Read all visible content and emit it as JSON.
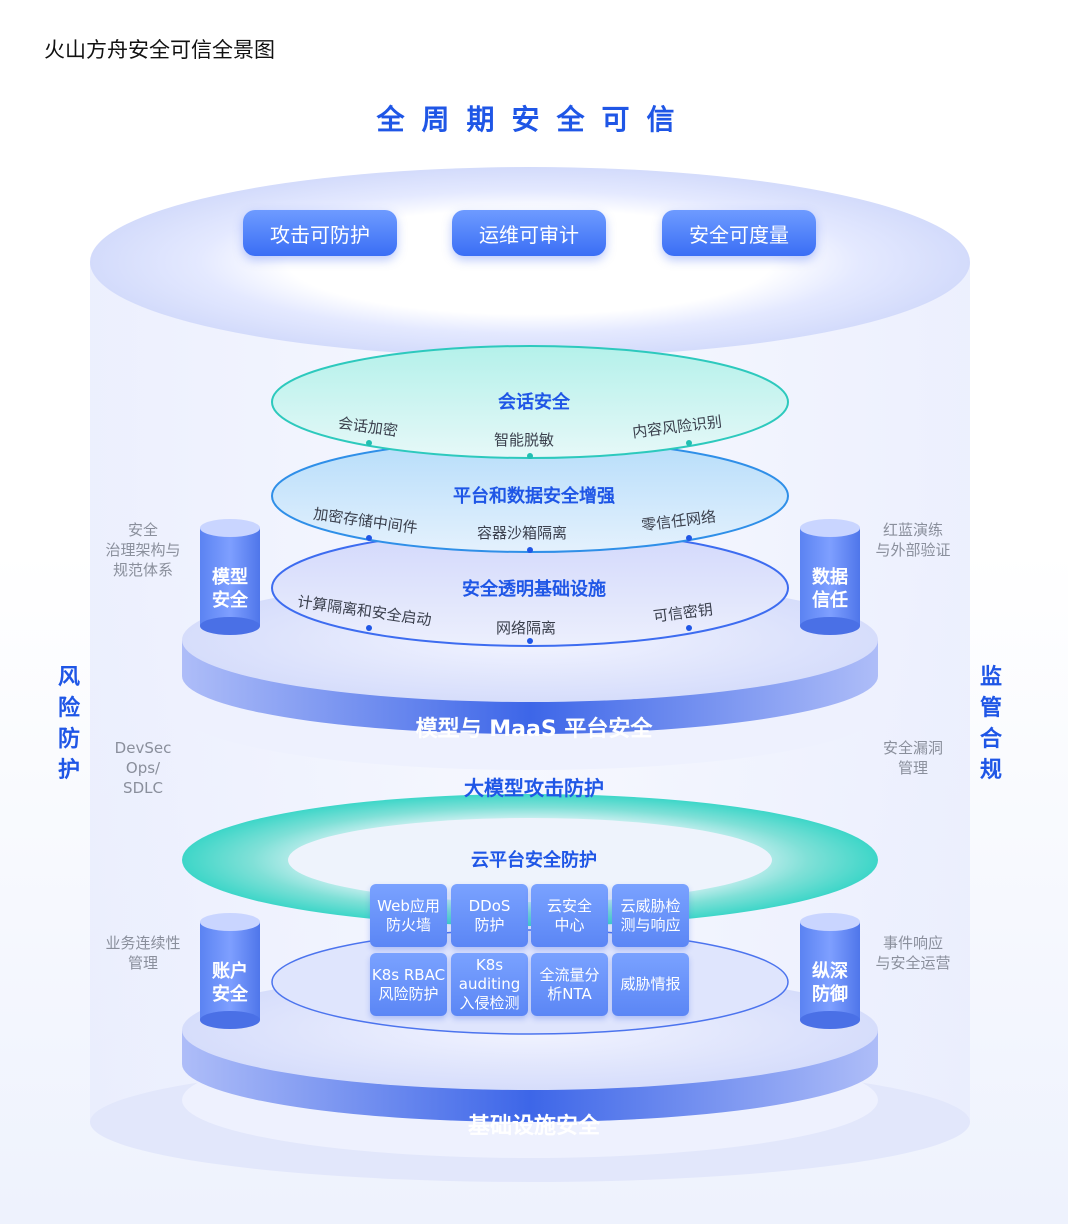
{
  "page_title": "火山方舟安全可信全景图",
  "main_title": "全周期安全可信",
  "top_pills": [
    "攻击可防护",
    "运维可审计",
    "安全可度量"
  ],
  "left_side": "风险防护",
  "right_side": "监管合规",
  "left_labels": [
    [
      "安全",
      "治理架构与",
      "规范体系"
    ],
    [
      "DevSec",
      "Ops/",
      "SDLC"
    ],
    [
      "业务连续性",
      "管理"
    ]
  ],
  "right_labels": [
    [
      "红蓝演练",
      "与外部验证"
    ],
    [
      "安全漏洞",
      "管理"
    ],
    [
      "事件响应",
      "与安全运营"
    ]
  ],
  "upper_section": {
    "band_label": "模型与 MaaS 平台安全",
    "left_cylinder": [
      "模型",
      "安全"
    ],
    "right_cylinder": [
      "数据",
      "信任"
    ],
    "layers": [
      {
        "title": "会话安全",
        "items": [
          "会话加密",
          "智能脱敏",
          "内容风险识别"
        ]
      },
      {
        "title": "平台和数据安全增强",
        "items": [
          "加密存储中间件",
          "容器沙箱隔离",
          "零信任网络"
        ]
      },
      {
        "title": "安全透明基础设施",
        "items": [
          "计算隔离和安全启动",
          "网络隔离",
          "可信密钥"
        ]
      }
    ]
  },
  "middle_title": "大模型攻击防护",
  "lower_section": {
    "band_label": "基础设施安全",
    "title": "云平台安全防护",
    "left_cylinder": [
      "账户",
      "安全"
    ],
    "right_cylinder": [
      "纵深",
      "防御"
    ],
    "tiles": [
      [
        "Web应用",
        "防火墙"
      ],
      [
        "DDoS",
        "防护"
      ],
      [
        "云安全",
        "中心"
      ],
      [
        "云威胁检",
        "测与响应"
      ],
      [
        "K8s RBAC",
        "风险防护"
      ],
      [
        "K8s",
        "auditing",
        "入侵检测"
      ],
      [
        "全流量分",
        "析NTA"
      ],
      [
        "威胁情报"
      ]
    ]
  },
  "colors": {
    "accent_blue": "#1f56e6",
    "band_blue": "#4c74ee",
    "teal": "#2fd3c6",
    "gray_text": "#8a8f9c"
  }
}
